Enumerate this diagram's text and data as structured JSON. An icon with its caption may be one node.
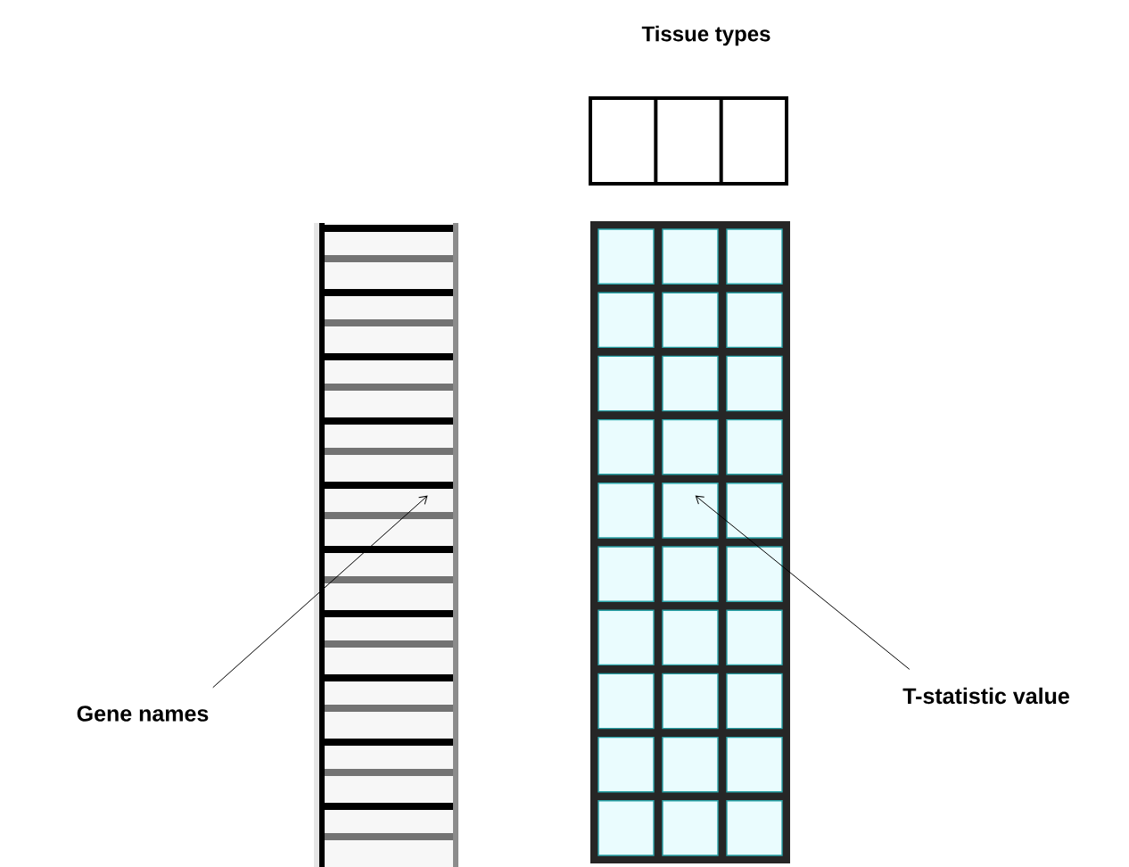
{
  "diagram": {
    "nodes": [
      {
        "text": [
          "Tissue types"
        ]
      },
      {
        "text": [
          "Gene names"
        ]
      },
      {
        "text": [],
        "shape": "bar"
      },
      {
        "text": [
          "T-statistic value"
        ]
      },
      {
        "text": [],
        "shape": "box"
      }
    ],
    "edges": [
      {
        "from": 1,
        "to": 2,
        "arrow": "to"
      },
      {
        "from": 3,
        "to": 4,
        "arrow": "to"
      }
    ]
  }
}
